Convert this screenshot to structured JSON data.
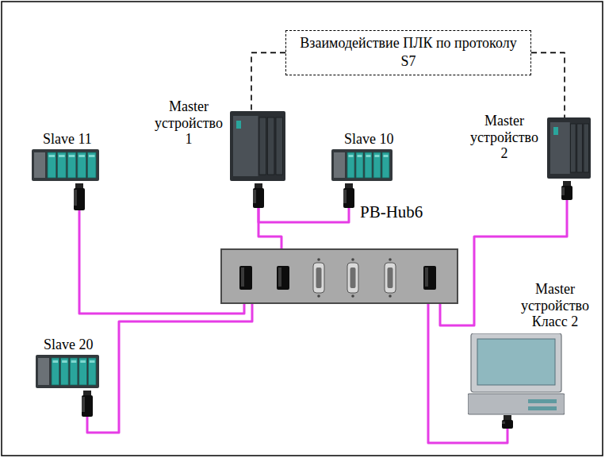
{
  "diagram": {
    "nodes": [
      {
        "text": [
          "Взаимодействие ПЛК по протоколу S7"
        ]
      },
      {
        "text": [
          "Slave 11"
        ]
      },
      {
        "text": [
          "Master устройство 1"
        ]
      },
      {
        "text": [
          "Slave 10"
        ]
      },
      {
        "text": [
          "Master устройство 2"
        ]
      },
      {
        "text": [
          "PB-Hub6"
        ]
      },
      {
        "text": [
          "Master устройство Класс 2"
        ]
      },
      {
        "text": [
          "Slave 20"
        ]
      }
    ],
    "edges": [
      {
        "from": 0,
        "to": 2,
        "arrow": "none"
      },
      {
        "from": 0,
        "to": 4,
        "arrow": "none"
      },
      {
        "from": 1,
        "to": 5,
        "arrow": "none"
      },
      {
        "from": 2,
        "to": 5,
        "arrow": "none"
      },
      {
        "from": 2,
        "to": 3,
        "arrow": "none"
      },
      {
        "from": 7,
        "to": 5,
        "arrow": "none"
      },
      {
        "from": 4,
        "to": 5,
        "arrow": "none"
      },
      {
        "from": 6,
        "to": 5,
        "arrow": "none"
      }
    ]
  }
}
